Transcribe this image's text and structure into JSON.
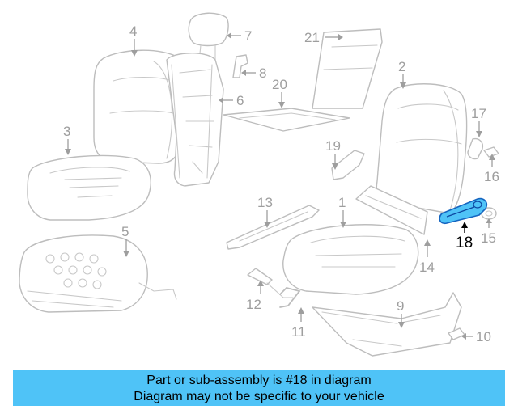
{
  "callouts": {
    "c1": "1",
    "c2": "2",
    "c3": "3",
    "c4": "4",
    "c5": "5",
    "c6": "6",
    "c7": "7",
    "c8": "8",
    "c9": "9",
    "c10": "10",
    "c11": "11",
    "c12": "12",
    "c13": "13",
    "c14": "14",
    "c15": "15",
    "c16": "16",
    "c17": "17",
    "c18": "18",
    "c19": "19",
    "c20": "20",
    "c21": "21"
  },
  "highlighted_part": "18",
  "colors": {
    "highlight": "#4fc3f7",
    "line_art": "#bdbdbd",
    "label": "#9e9e9e"
  },
  "banner": {
    "line1": "Part or sub-assembly is #18 in diagram",
    "line2": "Diagram may not be specific to your vehicle"
  }
}
